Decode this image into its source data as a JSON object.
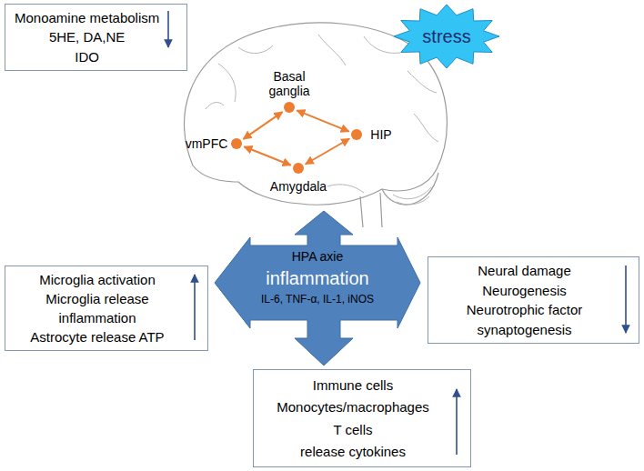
{
  "diagram": {
    "nodes": [
      {
        "text": [
          "Monoamine metabolism",
          "5HE, DA,NE",
          "IDO"
        ]
      },
      {
        "text": [
          "stress"
        ]
      },
      {
        "text": [
          "HPA axie",
          "inflammation",
          "IL-6, TNF-α, IL-1, iNOS"
        ]
      },
      {
        "text": [
          "Microglia activation",
          "Microglia release inflammation",
          "Astrocyte release ATP"
        ]
      },
      {
        "text": [
          "Neural damage",
          "Neurogenesis",
          "Neurotrophic factor",
          "synaptogenesis"
        ]
      },
      {
        "text": [
          "Immune cells",
          "Monocytes/macrophages",
          "T cells",
          "release cytokines"
        ]
      }
    ],
    "edges": [],
    "labels": [
      "Basal ganglia",
      "vmPFC",
      "HIP",
      "Amygdala"
    ]
  }
}
